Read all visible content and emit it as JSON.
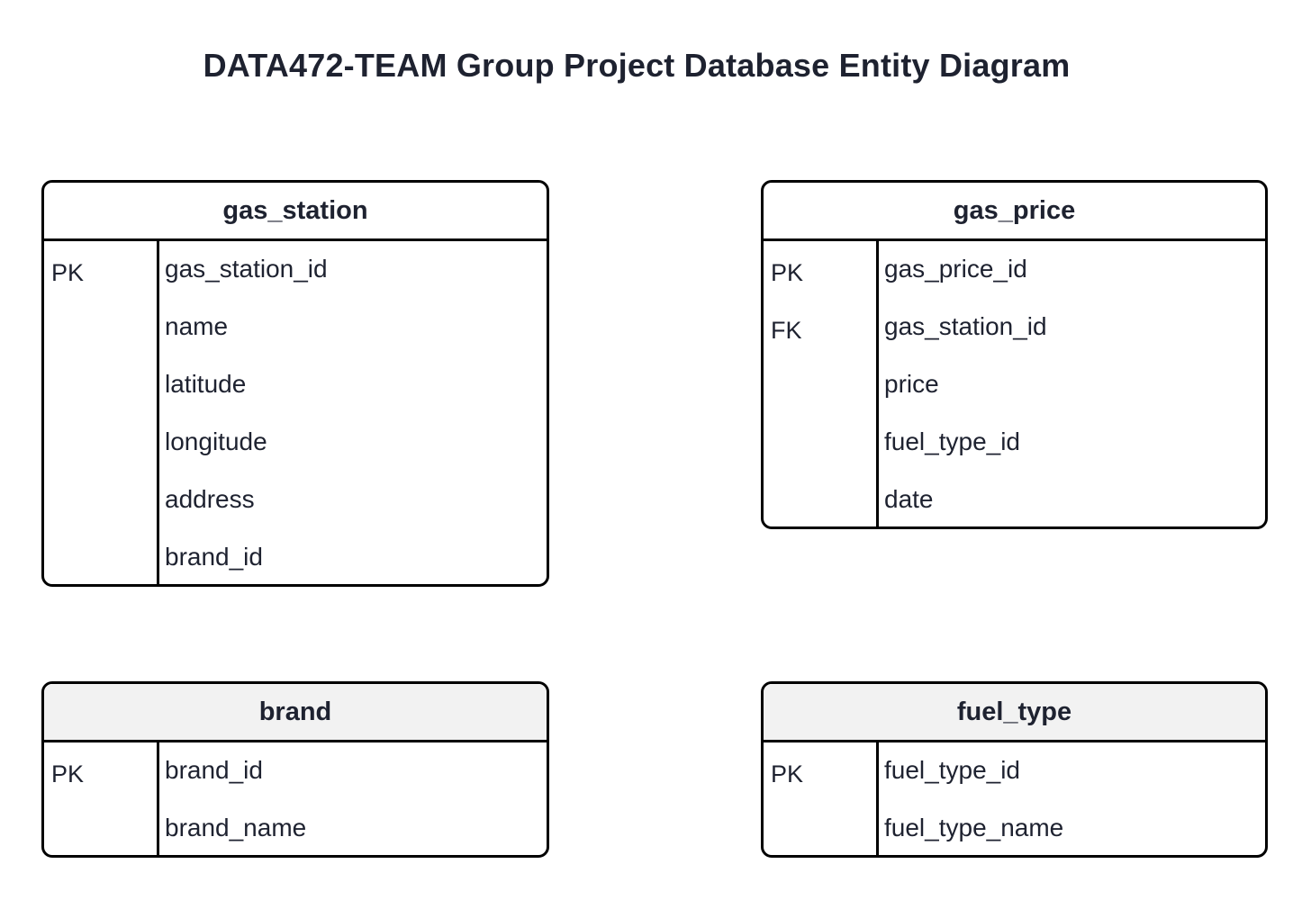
{
  "title": "DATA472-TEAM Group Project Database Entity Diagram",
  "entities": [
    {
      "name": "gas_station",
      "attributes": [
        {
          "key": "PK",
          "field": "gas_station_id"
        },
        {
          "key": "",
          "field": "name"
        },
        {
          "key": "",
          "field": "latitude"
        },
        {
          "key": "",
          "field": "longitude"
        },
        {
          "key": "",
          "field": "address"
        },
        {
          "key": "",
          "field": "brand_id"
        }
      ]
    },
    {
      "name": "gas_price",
      "attributes": [
        {
          "key": "PK",
          "field": "gas_price_id"
        },
        {
          "key": "FK",
          "field": "gas_station_id"
        },
        {
          "key": "",
          "field": "price"
        },
        {
          "key": "",
          "field": "fuel_type_id"
        },
        {
          "key": "",
          "field": "date"
        }
      ]
    },
    {
      "name": "brand",
      "attributes": [
        {
          "key": "PK",
          "field": "brand_id"
        },
        {
          "key": "",
          "field": "brand_name"
        }
      ]
    },
    {
      "name": "fuel_type",
      "attributes": [
        {
          "key": "PK",
          "field": "fuel_type_id"
        },
        {
          "key": "",
          "field": "fuel_type_name"
        }
      ]
    }
  ]
}
